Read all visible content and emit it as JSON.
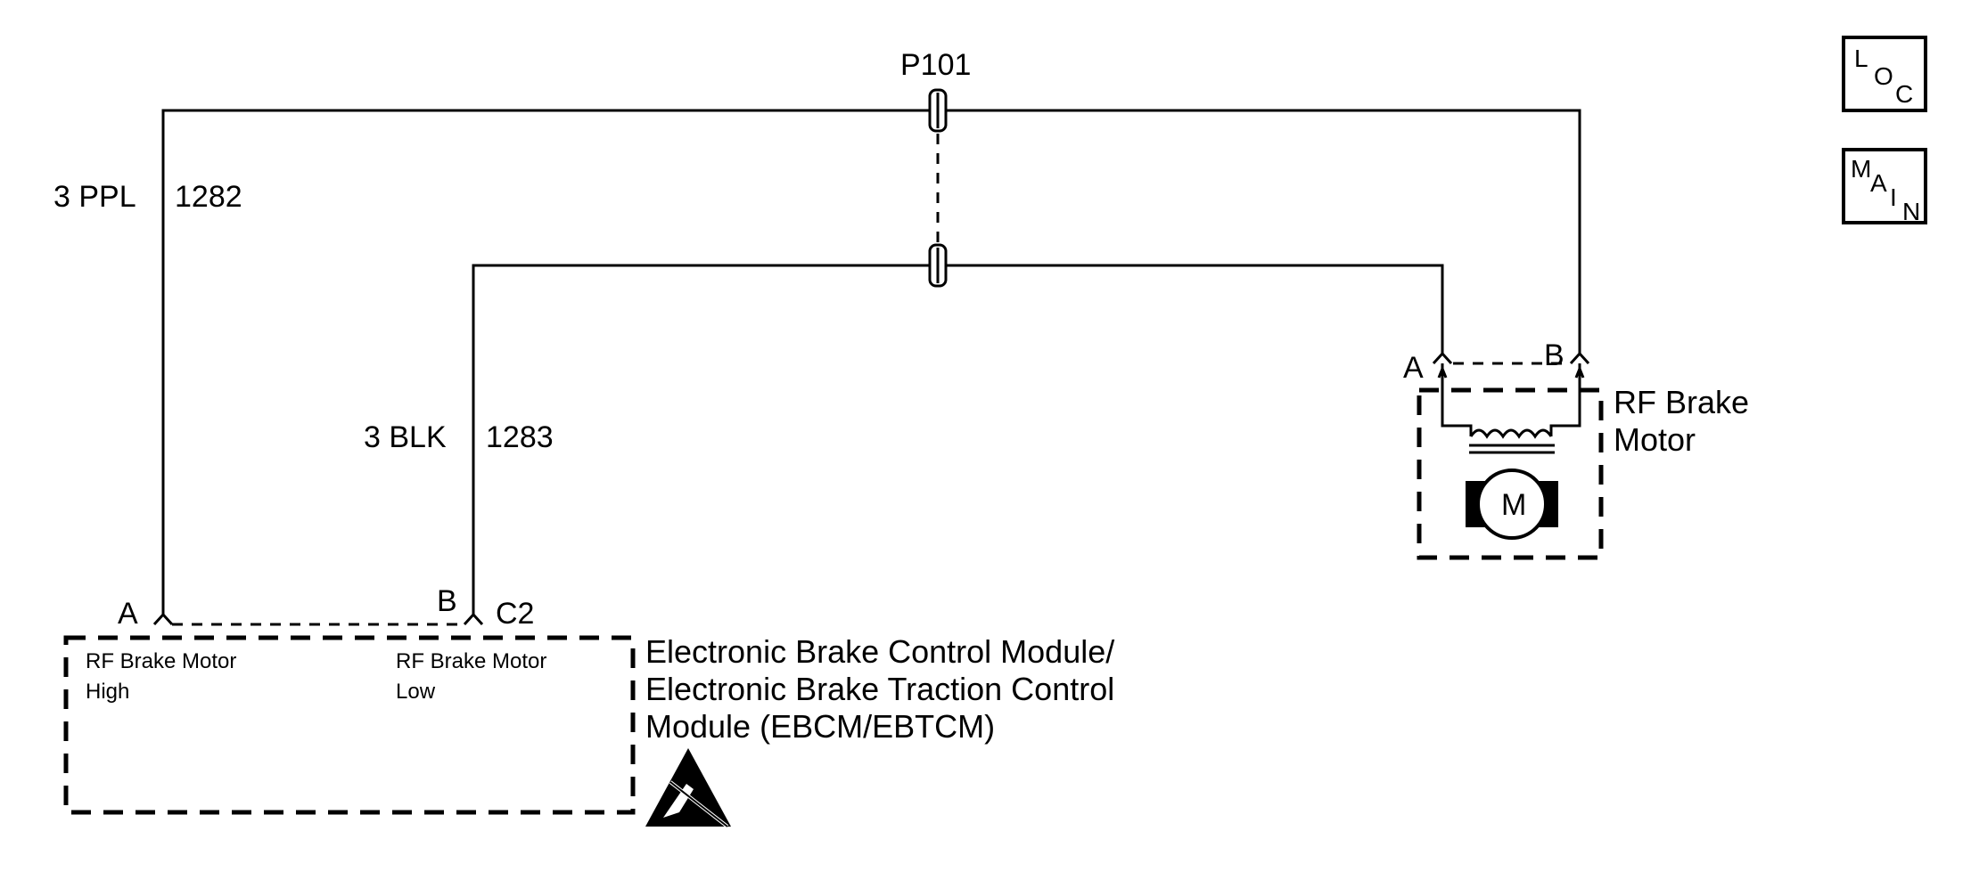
{
  "splice": {
    "label": "P101"
  },
  "wire_high": {
    "size_color": "3 PPL",
    "circuit": "1282"
  },
  "wire_low": {
    "size_color": "3 BLK",
    "circuit": "1283"
  },
  "ebcm": {
    "connector": "C2",
    "pin_a": "A",
    "pin_b": "B",
    "terminal_high_line1": "RF Brake Motor",
    "terminal_high_line2": "High",
    "terminal_low_line1": "RF Brake Motor",
    "terminal_low_line2": "Low",
    "name_line1": "Electronic Brake Control Module/",
    "name_line2": "Electronic Brake Traction Control",
    "name_line3": "Module (EBCM/EBTCM)"
  },
  "motor": {
    "pin_a": "A",
    "pin_b": "B",
    "name_line1": "RF Brake",
    "name_line2": "Motor",
    "symbol_letter": "M"
  },
  "buttons": {
    "loc": {
      "c1": "L",
      "c2": "O",
      "c3": "C"
    },
    "main": {
      "c1": "M",
      "c2": "A",
      "c3": "I",
      "c4": "N"
    }
  },
  "icons": [
    "esd-warning-icon",
    "motor-symbol-icon",
    "splice-connector-icon"
  ]
}
